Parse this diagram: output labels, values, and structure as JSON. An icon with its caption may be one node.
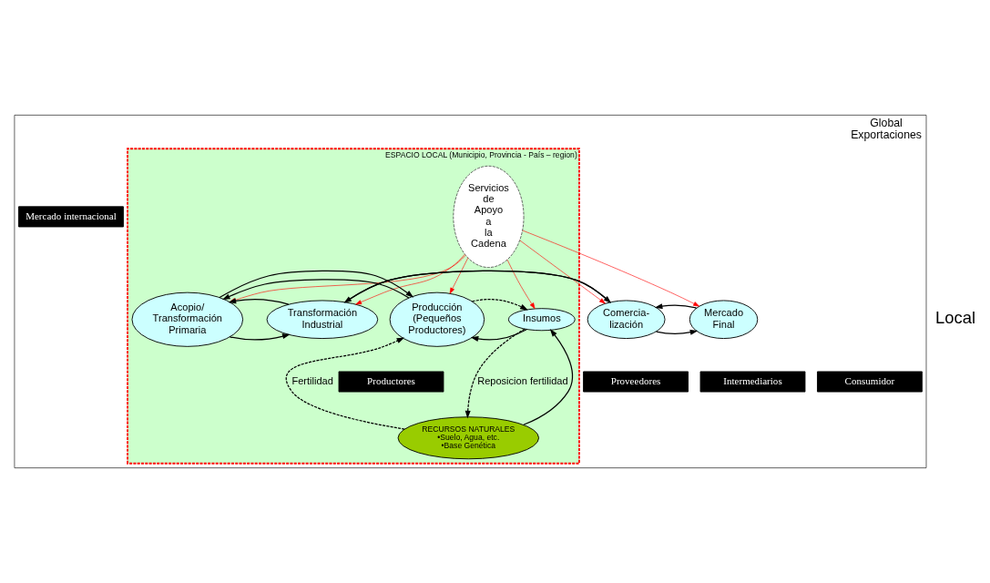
{
  "diagram": {
    "nodes": [
      {
        "text": [
          "Global",
          "Exportaciones"
        ]
      },
      {
        "text": [
          "ESPACIO LOCAL (Municipio, Provincia - País – region)"
        ],
        "in": 0
      },
      {
        "text": [
          "Servicios de Apoyo a la Cadena"
        ],
        "in": 1
      },
      {
        "text": [
          "Insumos"
        ],
        "in": 1
      },
      {
        "text": [
          "Producción (Pequeños Productores)"
        ],
        "in": 1
      },
      {
        "text": [
          "Acopio/ Transformación Primaria"
        ],
        "in": 1
      },
      {
        "text": [
          "Transformación Industrial"
        ],
        "in": 1
      },
      {
        "text": [
          "Comercia- lización"
        ],
        "in": 0
      },
      {
        "text": [
          "Mercado Final"
        ],
        "in": 0
      },
      {
        "text": [
          "RECURSOS NATURALES",
          "•Suelo, Agua, etc.",
          "•Base Genética"
        ],
        "in": 1
      },
      {
        "text": [
          "Mercado internacional"
        ],
        "in": 0
      },
      {
        "text": [
          "Proveedores"
        ],
        "in": 0
      },
      {
        "text": [
          "Productores"
        ],
        "in": 1
      },
      {
        "text": [
          "Intermediarios"
        ],
        "in": 0
      },
      {
        "text": [
          "Consumidor"
        ],
        "in": 0
      }
    ],
    "edges": [
      {
        "from": 2,
        "to": 3,
        "arrow": "to",
        "color": "#ff0000"
      },
      {
        "from": 2,
        "to": 4,
        "arrow": "to",
        "color": "#ff0000"
      },
      {
        "from": 2,
        "to": 5,
        "arrow": "to",
        "color": "#ff0000"
      },
      {
        "from": 2,
        "to": 6,
        "arrow": "to",
        "color": "#ff0000"
      },
      {
        "from": 2,
        "to": 7,
        "arrow": "to",
        "color": "#ff0000"
      },
      {
        "from": 2,
        "to": 8,
        "arrow": "to",
        "color": "#ff0000"
      },
      {
        "from": 3,
        "to": 4,
        "arrow": "to"
      },
      {
        "from": 4,
        "to": 5,
        "arrow": "to"
      },
      {
        "from": 5,
        "to": 6,
        "arrow": "to"
      },
      {
        "from": 6,
        "to": 7,
        "arrow": "to"
      },
      {
        "from": 7,
        "to": 8,
        "arrow": "to"
      },
      {
        "from": 8,
        "to": 7,
        "arrow": "to"
      },
      {
        "from": 7,
        "to": 6,
        "arrow": "to"
      },
      {
        "from": 6,
        "to": 5,
        "arrow": "to"
      },
      {
        "from": 5,
        "to": 4,
        "arrow": "to"
      },
      {
        "from": 4,
        "to": 3,
        "arrow": "to",
        "style": "dashed"
      },
      {
        "from": 3,
        "to": 9,
        "arrow": "to",
        "style": "dashed",
        "label": "Reposicion fertilidad"
      },
      {
        "from": 9,
        "to": 4,
        "arrow": "to",
        "style": "dashed",
        "label": "Fertilidad"
      },
      {
        "from": 9,
        "to": 3,
        "arrow": "to"
      }
    ],
    "labels": [
      "Local"
    ]
  }
}
